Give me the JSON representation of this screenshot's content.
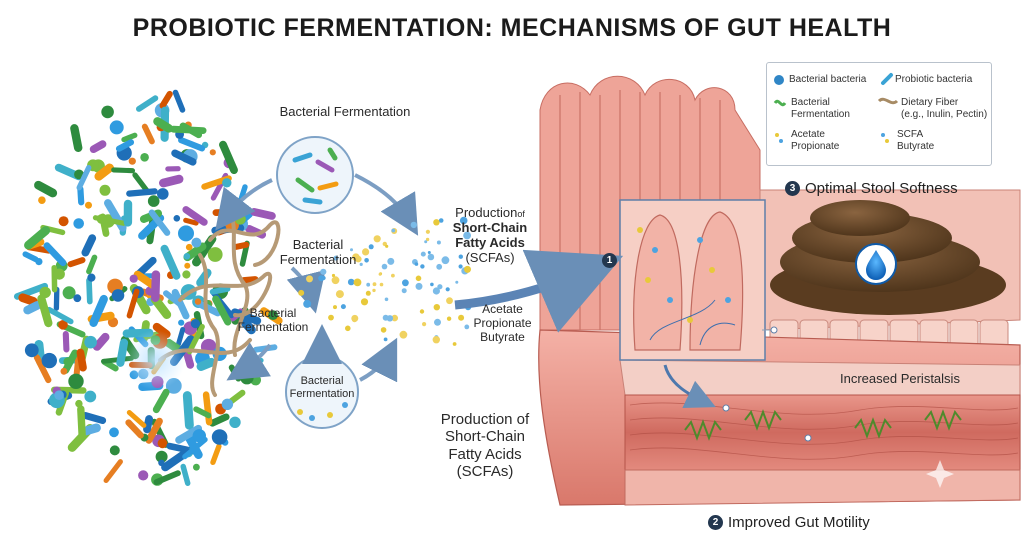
{
  "title": "PROBIOTIC FERMENTATION: MECHANISMS OF GUT HEALTH",
  "left_panel": {
    "label_top": "Bacterial Fermentation",
    "label_mid": [
      "Bacterial",
      "Fermentation"
    ],
    "label_left": [
      "Bacterial",
      "Fermentation"
    ],
    "label_circle": [
      "Bacterial",
      "Fermentation"
    ],
    "production_top": {
      "prefix": "Production",
      "suffix": "of",
      "bold1": "Short-Chain",
      "bold2": "Fatty Acids",
      "abbr": "(SCFAs)"
    },
    "scfa_list": [
      "Acetate",
      "Propionate",
      "Butyrate"
    ],
    "production_bottom": [
      "Production of",
      "Short-Chain",
      "Fatty Acids",
      "(SCFAs)"
    ]
  },
  "legend": {
    "items": [
      {
        "text": "Bacterial bacteria",
        "icon": "blue-sphere-icon"
      },
      {
        "text": "Probiotic bacteria",
        "icon": "rod-bacteria-icon"
      },
      {
        "text": [
          "Bacterial",
          "Fermentation"
        ],
        "icon": "green-bacteria-icon"
      },
      {
        "text": [
          "Dietary Fiber",
          "(e.g., Inulin, Pectin)"
        ],
        "icon": "fiber-icon"
      },
      {
        "text": [
          "Acetate",
          "Propionate"
        ],
        "icon": "dots-icon"
      },
      {
        "text": [
          "SCFA",
          "Butyrate"
        ],
        "icon": "dots-icon"
      }
    ]
  },
  "callouts": {
    "step1": "1",
    "step2": {
      "num": "2",
      "label": "Improved Gut Motility"
    },
    "step3": {
      "num": "3",
      "label": "Optimal Stool Softness"
    },
    "peristalsis": "Increased Peristalsis"
  }
}
